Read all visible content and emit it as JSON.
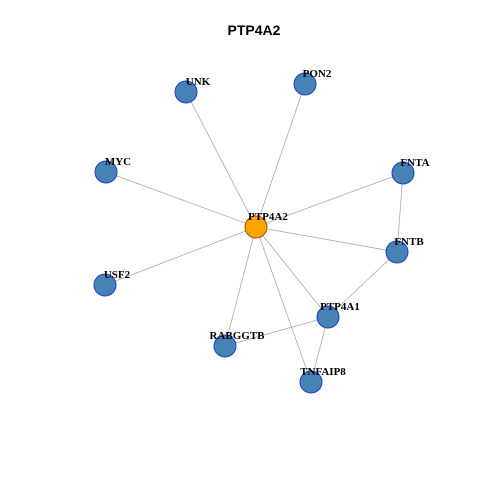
{
  "title": "PTP4A2",
  "colors": {
    "hub_fill": "#FFA500",
    "hub_stroke": "#B34700",
    "node_fill": "#4682B4",
    "node_stroke": "#1F3FCC",
    "edge": "#AAAAAA"
  },
  "nodes": [
    {
      "id": "PTP4A2",
      "label": "PTP4A2",
      "hub": true
    },
    {
      "id": "UNK",
      "label": "UNK"
    },
    {
      "id": "PON2",
      "label": "PON2"
    },
    {
      "id": "MYC",
      "label": "MYC"
    },
    {
      "id": "FNTA",
      "label": "FNTA"
    },
    {
      "id": "FNTB",
      "label": "FNTB"
    },
    {
      "id": "USF2",
      "label": "USF2"
    },
    {
      "id": "PTP4A1",
      "label": "PTP4A1"
    },
    {
      "id": "RABGGTB",
      "label": "RABGGTB"
    },
    {
      "id": "TNFAIP8",
      "label": "TNFAIP8"
    }
  ],
  "edges": [
    [
      "PTP4A2",
      "UNK"
    ],
    [
      "PTP4A2",
      "PON2"
    ],
    [
      "PTP4A2",
      "MYC"
    ],
    [
      "PTP4A2",
      "FNTA"
    ],
    [
      "PTP4A2",
      "FNTB"
    ],
    [
      "PTP4A2",
      "USF2"
    ],
    [
      "PTP4A2",
      "PTP4A1"
    ],
    [
      "PTP4A2",
      "RABGGTB"
    ],
    [
      "PTP4A2",
      "TNFAIP8"
    ],
    [
      "FNTA",
      "FNTB"
    ],
    [
      "FNTB",
      "PTP4A1"
    ],
    [
      "PTP4A1",
      "RABGGTB"
    ],
    [
      "PTP4A1",
      "TNFAIP8"
    ]
  ]
}
